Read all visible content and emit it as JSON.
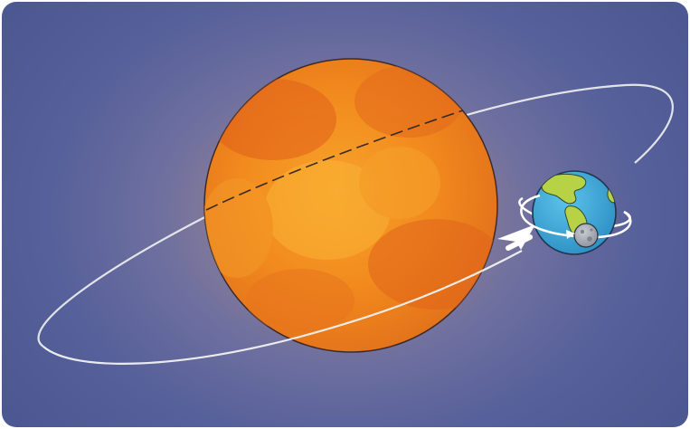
{
  "scene": {
    "bodies": [
      "sun",
      "earth",
      "moon"
    ],
    "colors": {
      "background": "#56609a",
      "sun": "#f28a1e",
      "sun_spots": "#e0601a",
      "ocean": "#3ba6d6",
      "land": "#b8d245",
      "moon": "#a9adb5",
      "orbit": "#f2f2f2"
    },
    "icons": [
      "sun-icon",
      "earth-icon",
      "moon-icon",
      "direction-arrow-icon"
    ]
  }
}
